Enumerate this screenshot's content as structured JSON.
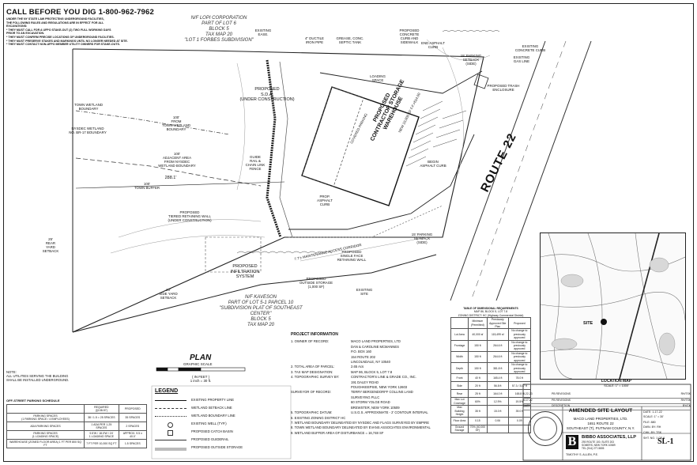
{
  "warning": {
    "title": "CALL BEFORE YOU DIG 1-800-962-7962",
    "lines": [
      "UNDER THE NY STATE LAW PROTECTING UNDERGROUND FACILITIES,",
      "THE FOLLOWING RULES AND REGULATIONS ARE IN EFFECT FOR ALL",
      "EXCAVATIONS:",
      "* THEY MUST CALL FOR A UFPO STAKE-OUT (2) TWO FULL WORKING DAYS",
      "PRIOR TO AN EXCAVATION.",
      "* THEY MUST CONFIRM PRECISE LOCATIONS OF UNDERGROUND FACILITIES.",
      "* THEY MUST PRESERVE STAKES AND MARKINGS UNTIL NO LONGER NEEDED AT SITE.",
      "* THEY MUST CONTACT NON-UFPO MEMBER UTILITY OWNERS FOR STAKE-OUTS."
    ]
  },
  "neighbors": {
    "north": "N/F LOPI CORPORATION\nPART OF LOT 6\nBLOCK 5\nTAX MAP 20\n\"LOT 1 FORBES SUBDIVISION\"",
    "south": "N/F KAVESON\nPART OF LOT 5-1 PARCEL 10\n\"SUBDIVISION PLAT OF SOUTHEAST CENTER\"\nBLOCK 5\nTAX MAP 20"
  },
  "site_labels": {
    "sda": "PROPOSED\nS.D.A.\n(UNDER CONSTRUCTION)",
    "building": "PROPOSED\nCONTRACTOR STORAGE\nWAREHOUSE",
    "building_sub": "NEW 10,000 SF  F.F.=614.00",
    "covered_parking": "COVERED PARKING",
    "loading": "LOADING\nSPACE",
    "infiltration": "PROPOSED\nINFILTRATION\nSYSTEM",
    "retaining": "PROPOSED\nTIERED RETAINING WALL\n(UNDER CONSTRUCTION)",
    "single_face": "PROPOSED\nSINGLE FACE\nRETAINING WALL",
    "outside_storage": "PROPOSED\nOUTSIDE STORAGE\n(1,000 SF)",
    "existing_gas": "EXISTING\nGAS LINE",
    "existing_curb": "EXISTING\nCONCRETE CURB",
    "trash": "PROPOSED TRASH\nENCLOSURE",
    "end_curb": "END ASPHALT\nCURB",
    "begin_curb": "BEGIN\nASPHALT CURB",
    "concrete_curb": "PROPOSED\nCONCRETE\nCURB AND\nSIDEWALK",
    "parking_setback_front": "15' PARKING\nSETBACK\n(SIDE)",
    "parking_setback_side": "15' PARKING\nSETBACK\n(SIDE)",
    "wetland_boundary": "TOWN WETLAND\nBOUNDARY",
    "wetland_100": "100'\nFROM\nTOWN WETLAND\nBOUNDARY",
    "nysdec": "NYSDEC WETLAND\nNO. BR-17 BOUNDARY",
    "adjacent": "100'\nADJACENT AREA\nFROM NYSDEC\nWETLAND BOUNDARY",
    "buffer": "100'\nTOWN BUFFER",
    "rear_setback": "25'\nREAR\nYARD\nSETBACK",
    "side_setback": "20'\nSIDE YARD\nSETBACK",
    "dim_288": "288.1'",
    "existing_site": "EXISTING\nSITE",
    "prop_curb": "PROP.\nASPHALT\nCURB",
    "guide_rail": "GUIDE\nRAIL &\nCHAIN LINK\nFENCE",
    "maintenance": "7.7'± MAINTENANCE ACCESS CORRIDOR",
    "culvert": "4\" DUCTILE\nIRON PIPE",
    "septic": "GREASE, CONC.\nSEPTIC TANK",
    "easement": "EXISTING\nEASE."
  },
  "route": "ROUTE 22",
  "plan": {
    "title": "PLAN",
    "subtitle": "GRAPHIC SCALE",
    "scale_note": "( IN FEET )\n1 inch = 30 ft."
  },
  "legend": {
    "title": "LEGEND",
    "items": [
      "EXISTING PROPERTY LINE",
      "WETLAND SETBACK LINE",
      "WETLAND BOUNDARY LINE",
      "EXISTING WELL (TYP.)",
      "PROPOSED CATCH BASIN",
      "PROPOSED GUIDERAIL",
      "PROPOSED OUTSIDE STORAGE"
    ]
  },
  "notes": "NOTE:\nALL UTILITIES SERVING THE BUILDING\nSHALL BE INSTALLED UNDERGROUND.",
  "parking_table": {
    "title": "OFF-STREET PARKING SCHEDULE",
    "headers": [
      "",
      "REQUIRED\n(§138-57)",
      "PROPOSED"
    ],
    "rows": [
      [
        "PARKING SPACES\n(1 PARKING SPACE / 4 EMPLOYEES)",
        "38 / 1.5 = 25 SPACES",
        "35 SPACES"
      ],
      [
        "ADA PARKING SPACES",
        "1 ADA PER 1-25 SPACES",
        "2 SPACES"
      ],
      [
        "PARKING SPACES\n(1 LOADING SPACE)",
        "9.5'W / 18.0'W / 24'\n1 LOADING SPACE",
        "APPROX. 9.5 x 40.0'"
      ],
      [
        "WAREHOUSE (ZONED FLOOR AREA) 1 FT PER 800 SQ FT",
        "7 FT PER 10,000 SQ FT",
        "1.5 SPACES"
      ]
    ]
  },
  "project": {
    "title": "PROJECT INFORMATION",
    "rows": [
      {
        "k": "1.  OWNER OF RECORD:",
        "v": "MACO LAND PROPERTIES, LTD\nDAN & CAROLINE MCMANNES\nP.O. BOX 160\n154 ROUTE 202\nLINCOLNDALE, NY 10540"
      },
      {
        "k": "2.  TOTAL AREA OF PARCEL:",
        "v": "2.65 Acs"
      },
      {
        "k": "3.  TAX MAP DESIGNATION:",
        "v": "MAP 86, BLOCK 5, LOT 7.8"
      },
      {
        "k": "4.  TOPOGRAPHIC SURVEY BY:",
        "v": "CONTRACTOR'S LINE & GRADE CO., INC.\n191 DALEY ROAD\nPOUGHKEEPSIE, NEW YORK 12603"
      },
      {
        "k": "    SURVEYOR OF RECORD:",
        "v": "TERRY BERGENDORFF COLLINS LAND SURVEYING PLLC\n60 STORM YOLGE ROAD\nBREWSTER, NEW YORK 10509"
      },
      {
        "k": "5.  TOPOGRAPHIC DATUM:",
        "v": "U.S.G.S. APPROXIMATE - 2' CONTOUR INTERVAL"
      },
      {
        "k": "6.  EXISTING ZONING DISTRICT HC",
        "v": ""
      },
      {
        "k": "7.  WETLAND BOUNDARY DELINEATED BY NYSDEC AND FLAGS SURVEYED BY EMPIRE",
        "v": ""
      },
      {
        "k": "8.  TOWN WETLAND BOUNDARY DELINEATED BY EVANS ASSOCIATES ENVIRONMENTAL",
        "v": ""
      },
      {
        "k": "9.  WETLAND BUFFER AREA OF DISTURBANCE = 16,748 SF",
        "v": ""
      }
    ]
  },
  "zoning": {
    "title": "TABLE OF DIMENSIONAL REQUIREMENTS",
    "subtitle": "MAP 86, BLOCK 5, LOT 7.8",
    "district": "ZONING DISTRICT: HC (Highway Commercial District)",
    "headers": [
      "",
      "Minimum (Permitted)",
      "Previously Approved Site Plan",
      "Proposed"
    ],
    "rows": [
      [
        "Lot Area",
        "40,000 sf",
        "115,499 sf",
        "No change to previously approved"
      ],
      [
        "Frontage",
        "150 ft",
        "264.6 ft",
        "No change to previously approved"
      ],
      [
        "Width",
        "150 ft",
        "264.6 ft",
        "No change to previously approved"
      ],
      [
        "Depth",
        "150 ft",
        "381.8 ft",
        "No change to previously approved"
      ],
      [
        "Front",
        "40 ft",
        "165.4 ft",
        "78.0 ft"
      ],
      [
        "Side",
        "20 ft",
        "56.8 ft",
        "57.3 / 31.7 ft"
      ],
      [
        "Rear",
        "25 ft",
        "164.0 ft",
        "165.8 ft"
      ],
      [
        "Max Lot Coverage",
        "60%",
        "12.9%",
        "19.5%"
      ],
      [
        "Max Building Height",
        "35 ft",
        "15.0 ft",
        "39.0 ft"
      ],
      [
        "Floor Area",
        "0.15",
        "0.06",
        "0.09"
      ],
      [
        "Ground Storage",
        "70% (40,000 SF)",
        "",
        ""
      ]
    ]
  },
  "location_map": {
    "caption": "LOCATION MAP",
    "scale": "SCALE: 1\" = 1000'",
    "site": "SITE"
  },
  "title_block": {
    "revisions": [
      {
        "date": "5-22-23",
        "desc": "PB REVISIONS",
        "by": "RH/TSK"
      },
      {
        "date": "8-17-22",
        "desc": "PB REVISIONS",
        "by": "RH/TSK"
      },
      {
        "date": "DATE",
        "desc": "DESCRIPTION",
        "by": "BY/CK"
      }
    ],
    "sheet_title": "AMENDED SITE LAYOUT",
    "owner_block": "MACO LAND PROPERTIES, LTD.\n1651 ROUTE 22\nSOUTHEAST (T), PUTNAM COUNTY, N.Y.",
    "firm": "BIBBO ASSOCIATES, LLP",
    "firm_info": "293 ROUTE 100, SUITE 203\nSOMERS, NEW YORK 10589\nTEL (914) 277-5805",
    "firm_logo": "B",
    "date_label": "DATE",
    "date": "1-17-22",
    "scale_label": "SCALE",
    "scale": "1\" = 30'",
    "file_label": "FILE",
    "file": "880",
    "dwn_label": "DWN. BY",
    "dwn": "RH",
    "chk_label": "CHK. BY",
    "chk": "TSK",
    "sht_label": "SHT. NO.",
    "sht": "1 OF 6",
    "sheet_no": "SL-1",
    "sign": "TIMOTHY S. ALLEN, P.E."
  }
}
